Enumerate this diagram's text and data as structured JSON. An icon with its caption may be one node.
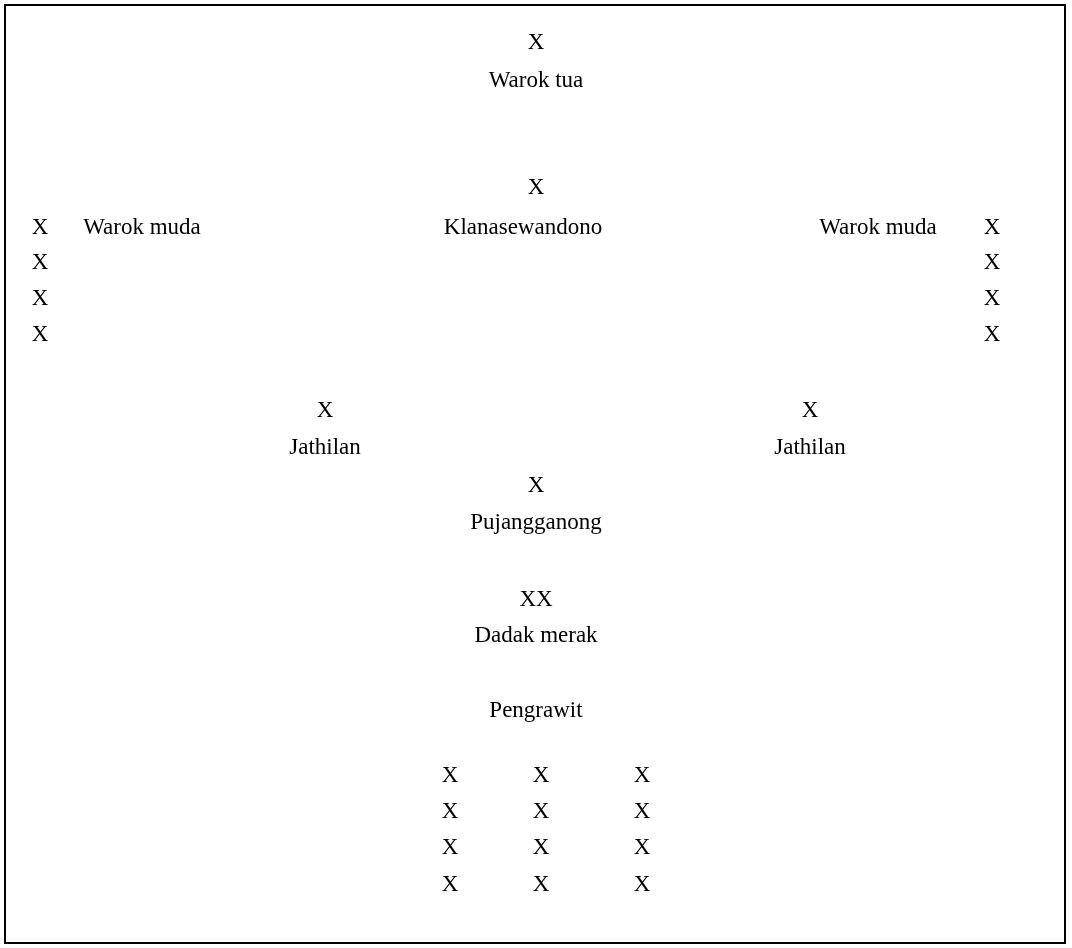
{
  "diagram": {
    "labels": [
      "X",
      "Warok tua",
      "X",
      "X",
      "Warok muda",
      "Klanasewandono",
      "Warok muda",
      "X",
      "X",
      "X",
      "X",
      "X",
      "X",
      "X",
      "X",
      "X",
      "Jathilan",
      "Jathilan",
      "X",
      "Pujangganong",
      "XX",
      "Dadak merak",
      "Pengrawit",
      "X",
      "X",
      "X",
      "X",
      "X",
      "X",
      "X",
      "X",
      "X",
      "X",
      "X",
      "X"
    ]
  }
}
